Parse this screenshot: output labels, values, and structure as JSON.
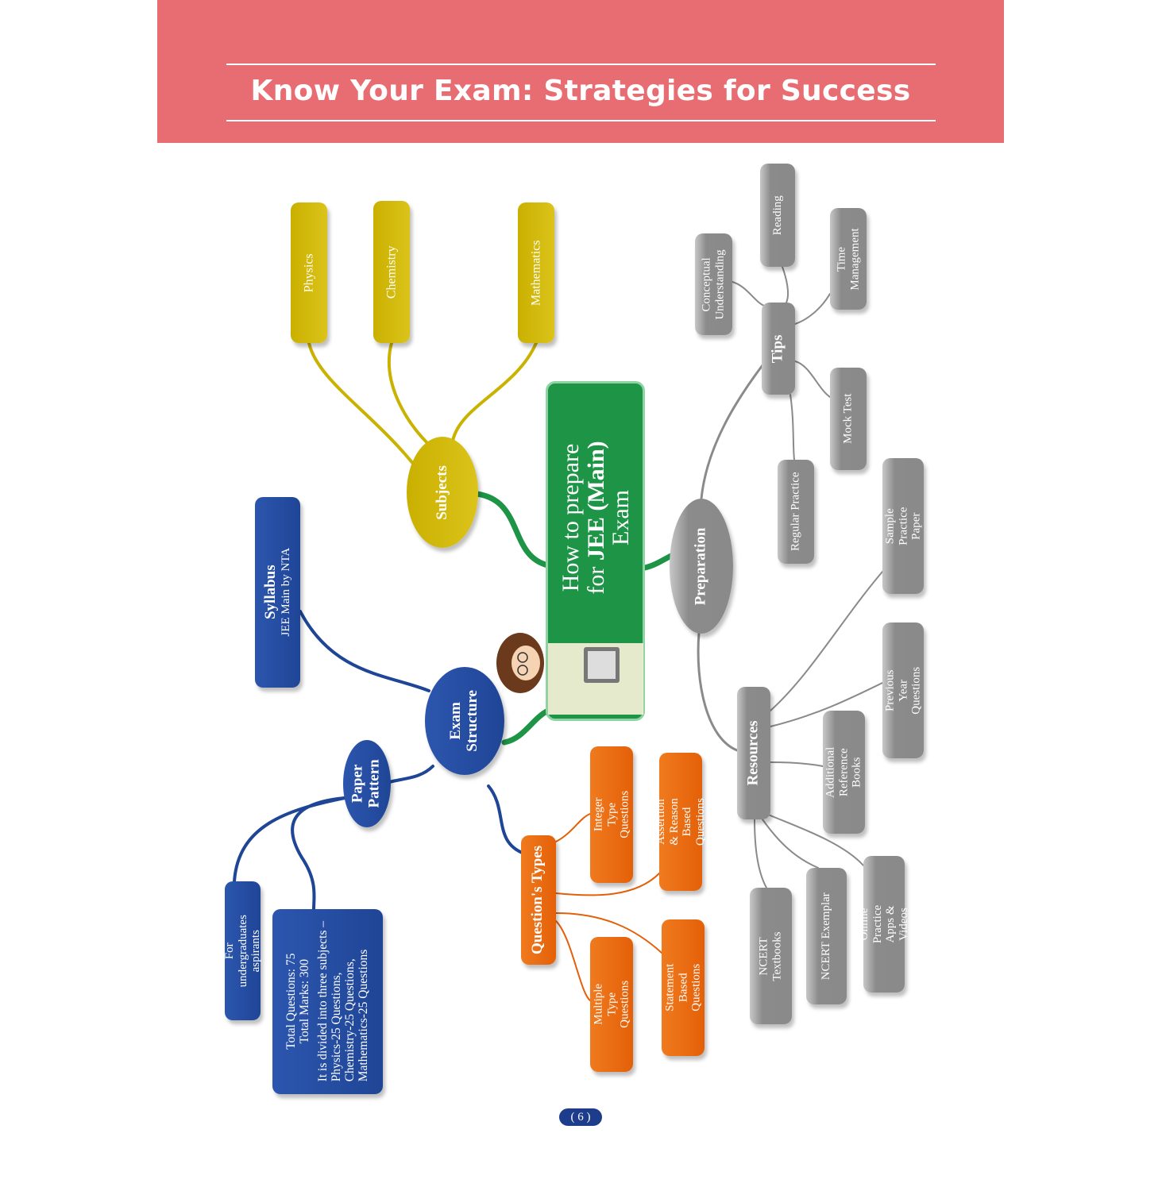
{
  "header": {
    "title": "Know Your Exam: Strategies for Success"
  },
  "center": {
    "line1": "How to prepare",
    "line2_pre": "for ",
    "line2_bold": "JEE (Main)",
    "line3": "Exam"
  },
  "subjects": {
    "label": "Subjects",
    "items": [
      "Physics",
      "Chemistry",
      "Mathematics"
    ]
  },
  "exam_structure": {
    "label": "Exam Structure",
    "syllabus": {
      "title": "Syllabus",
      "subtitle": "JEE Main by NTA"
    },
    "paper_pattern": {
      "label": "Paper Pattern",
      "audience": "For undergraduates aspirants",
      "details": [
        "Total Questions: 75",
        "Total Marks: 300",
        "It is divided into three subjects –",
        "Physics-25 Questions,",
        "Chemistry-25 Questions,",
        "Mathematics-25 Questions"
      ]
    },
    "question_types": {
      "label": "Question's Types",
      "items": [
        "Integer Type Questions",
        "Assertion & Reason Based Questions",
        "Multiple Type Questions",
        "Statement Based Questions"
      ]
    }
  },
  "preparation": {
    "label": "Preparation",
    "tips": {
      "label": "Tips",
      "items": [
        "Reading",
        "Conceptual Understanding",
        "Time Management",
        "Mock Test",
        "Regular Practice"
      ]
    },
    "resources": {
      "label": "Resources",
      "items": [
        "Sample Practice Paper",
        "Previous Year Questions",
        "Additional Reference Books",
        "NCERT Textbooks",
        "NCERT Exemplar",
        "Online Practice Apps & Videos"
      ]
    }
  },
  "page_number": "( 6 )",
  "colors": {
    "header": "#e86d72",
    "center": "#1d9446",
    "subjects": "#d4bb0e",
    "structure": "#1f4596",
    "questions": "#e86510",
    "preparation": "#8a8a8a"
  }
}
